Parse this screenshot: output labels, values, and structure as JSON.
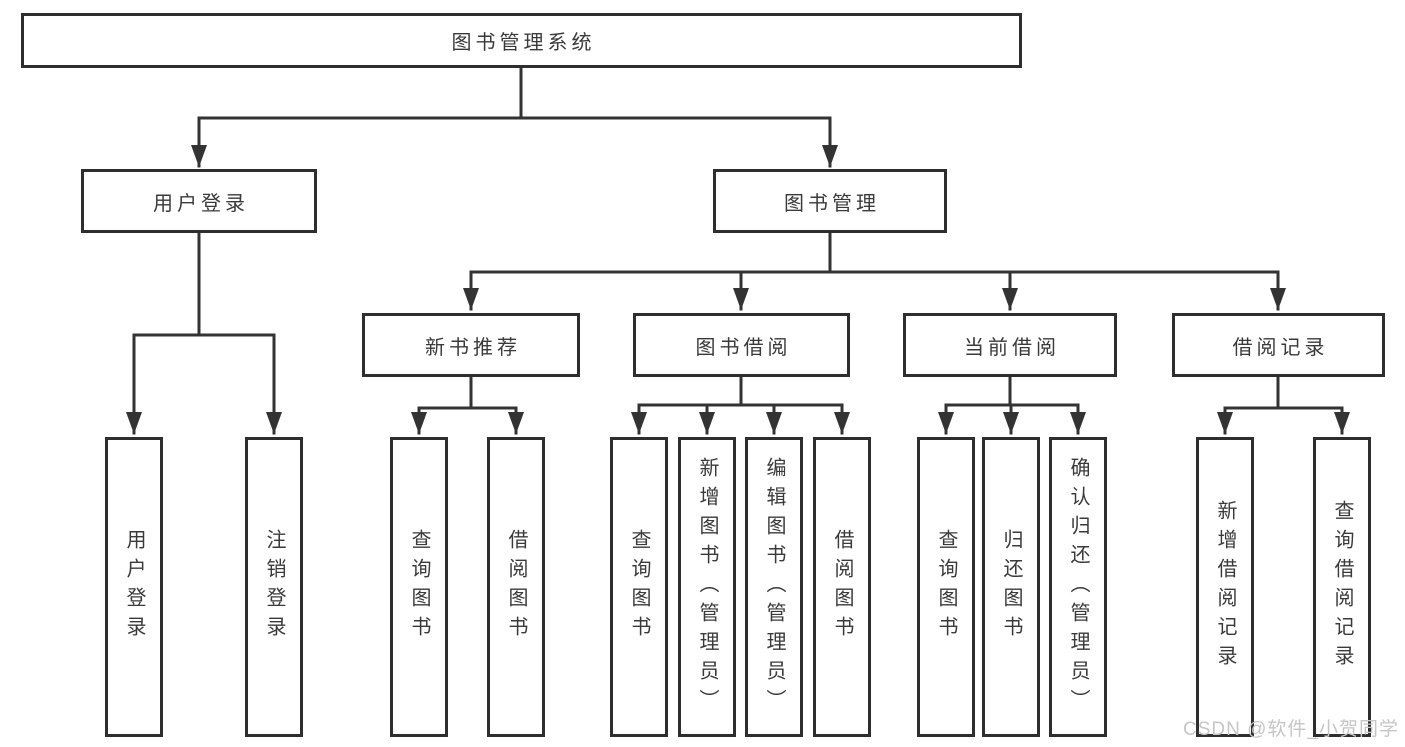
{
  "diagram": {
    "root": {
      "label": "图书管理系统",
      "children": [
        {
          "label": "用户登录",
          "leaves": [
            "用户登录",
            "注销登录"
          ]
        },
        {
          "label": "图书管理",
          "children": [
            {
              "label": "新书推荐",
              "leaves": [
                "查询图书",
                "借阅图书"
              ]
            },
            {
              "label": "图书借阅",
              "leaves": [
                "查询图书",
                "新增图书（管理员）",
                "编辑图书（管理员）",
                "借阅图书"
              ]
            },
            {
              "label": "当前借阅",
              "leaves": [
                "查询图书",
                "归还图书",
                "确认归还（管理员）"
              ]
            },
            {
              "label": "借阅记录",
              "leaves": [
                "新增借阅记录",
                "查询借阅记录"
              ]
            }
          ]
        }
      ]
    }
  },
  "watermark": {
    "text": "CSDN @软件_小贺同学"
  },
  "colors": {
    "background": "#ffffff",
    "line": "#333333",
    "box_border": "#2e2e2e",
    "text": "#3a3a3a",
    "watermark": "#c6c6c6"
  }
}
